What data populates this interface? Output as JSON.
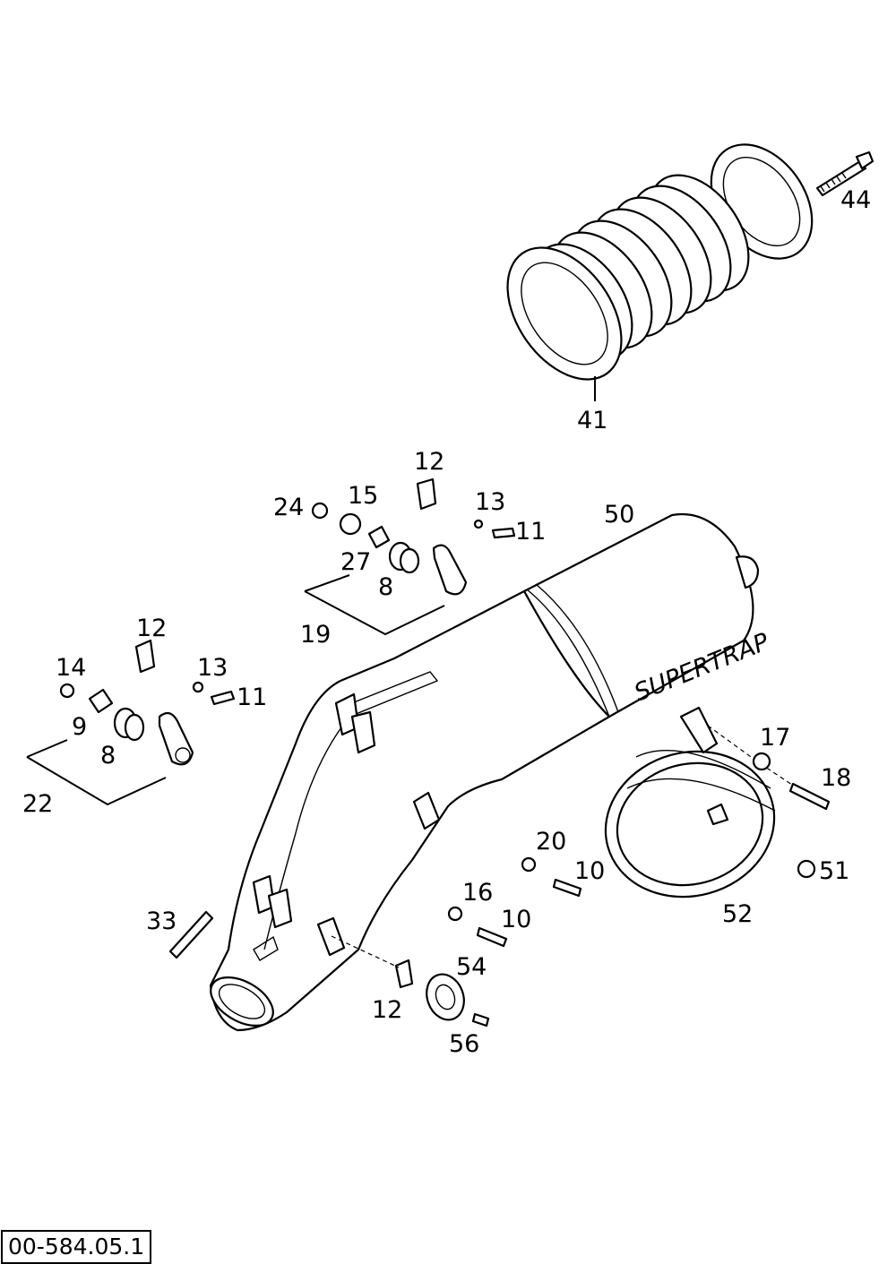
{
  "drawing_id": "00-584.05.1",
  "brand_text": "SUPERTRAP",
  "callouts": [
    "44",
    "41",
    "12",
    "24",
    "15",
    "13",
    "50",
    "11",
    "27",
    "8",
    "19",
    "12",
    "14",
    "13",
    "11",
    "9",
    "8",
    "22",
    "17",
    "18",
    "20",
    "10",
    "16",
    "10",
    "51",
    "52",
    "33",
    "54",
    "12",
    "56"
  ]
}
